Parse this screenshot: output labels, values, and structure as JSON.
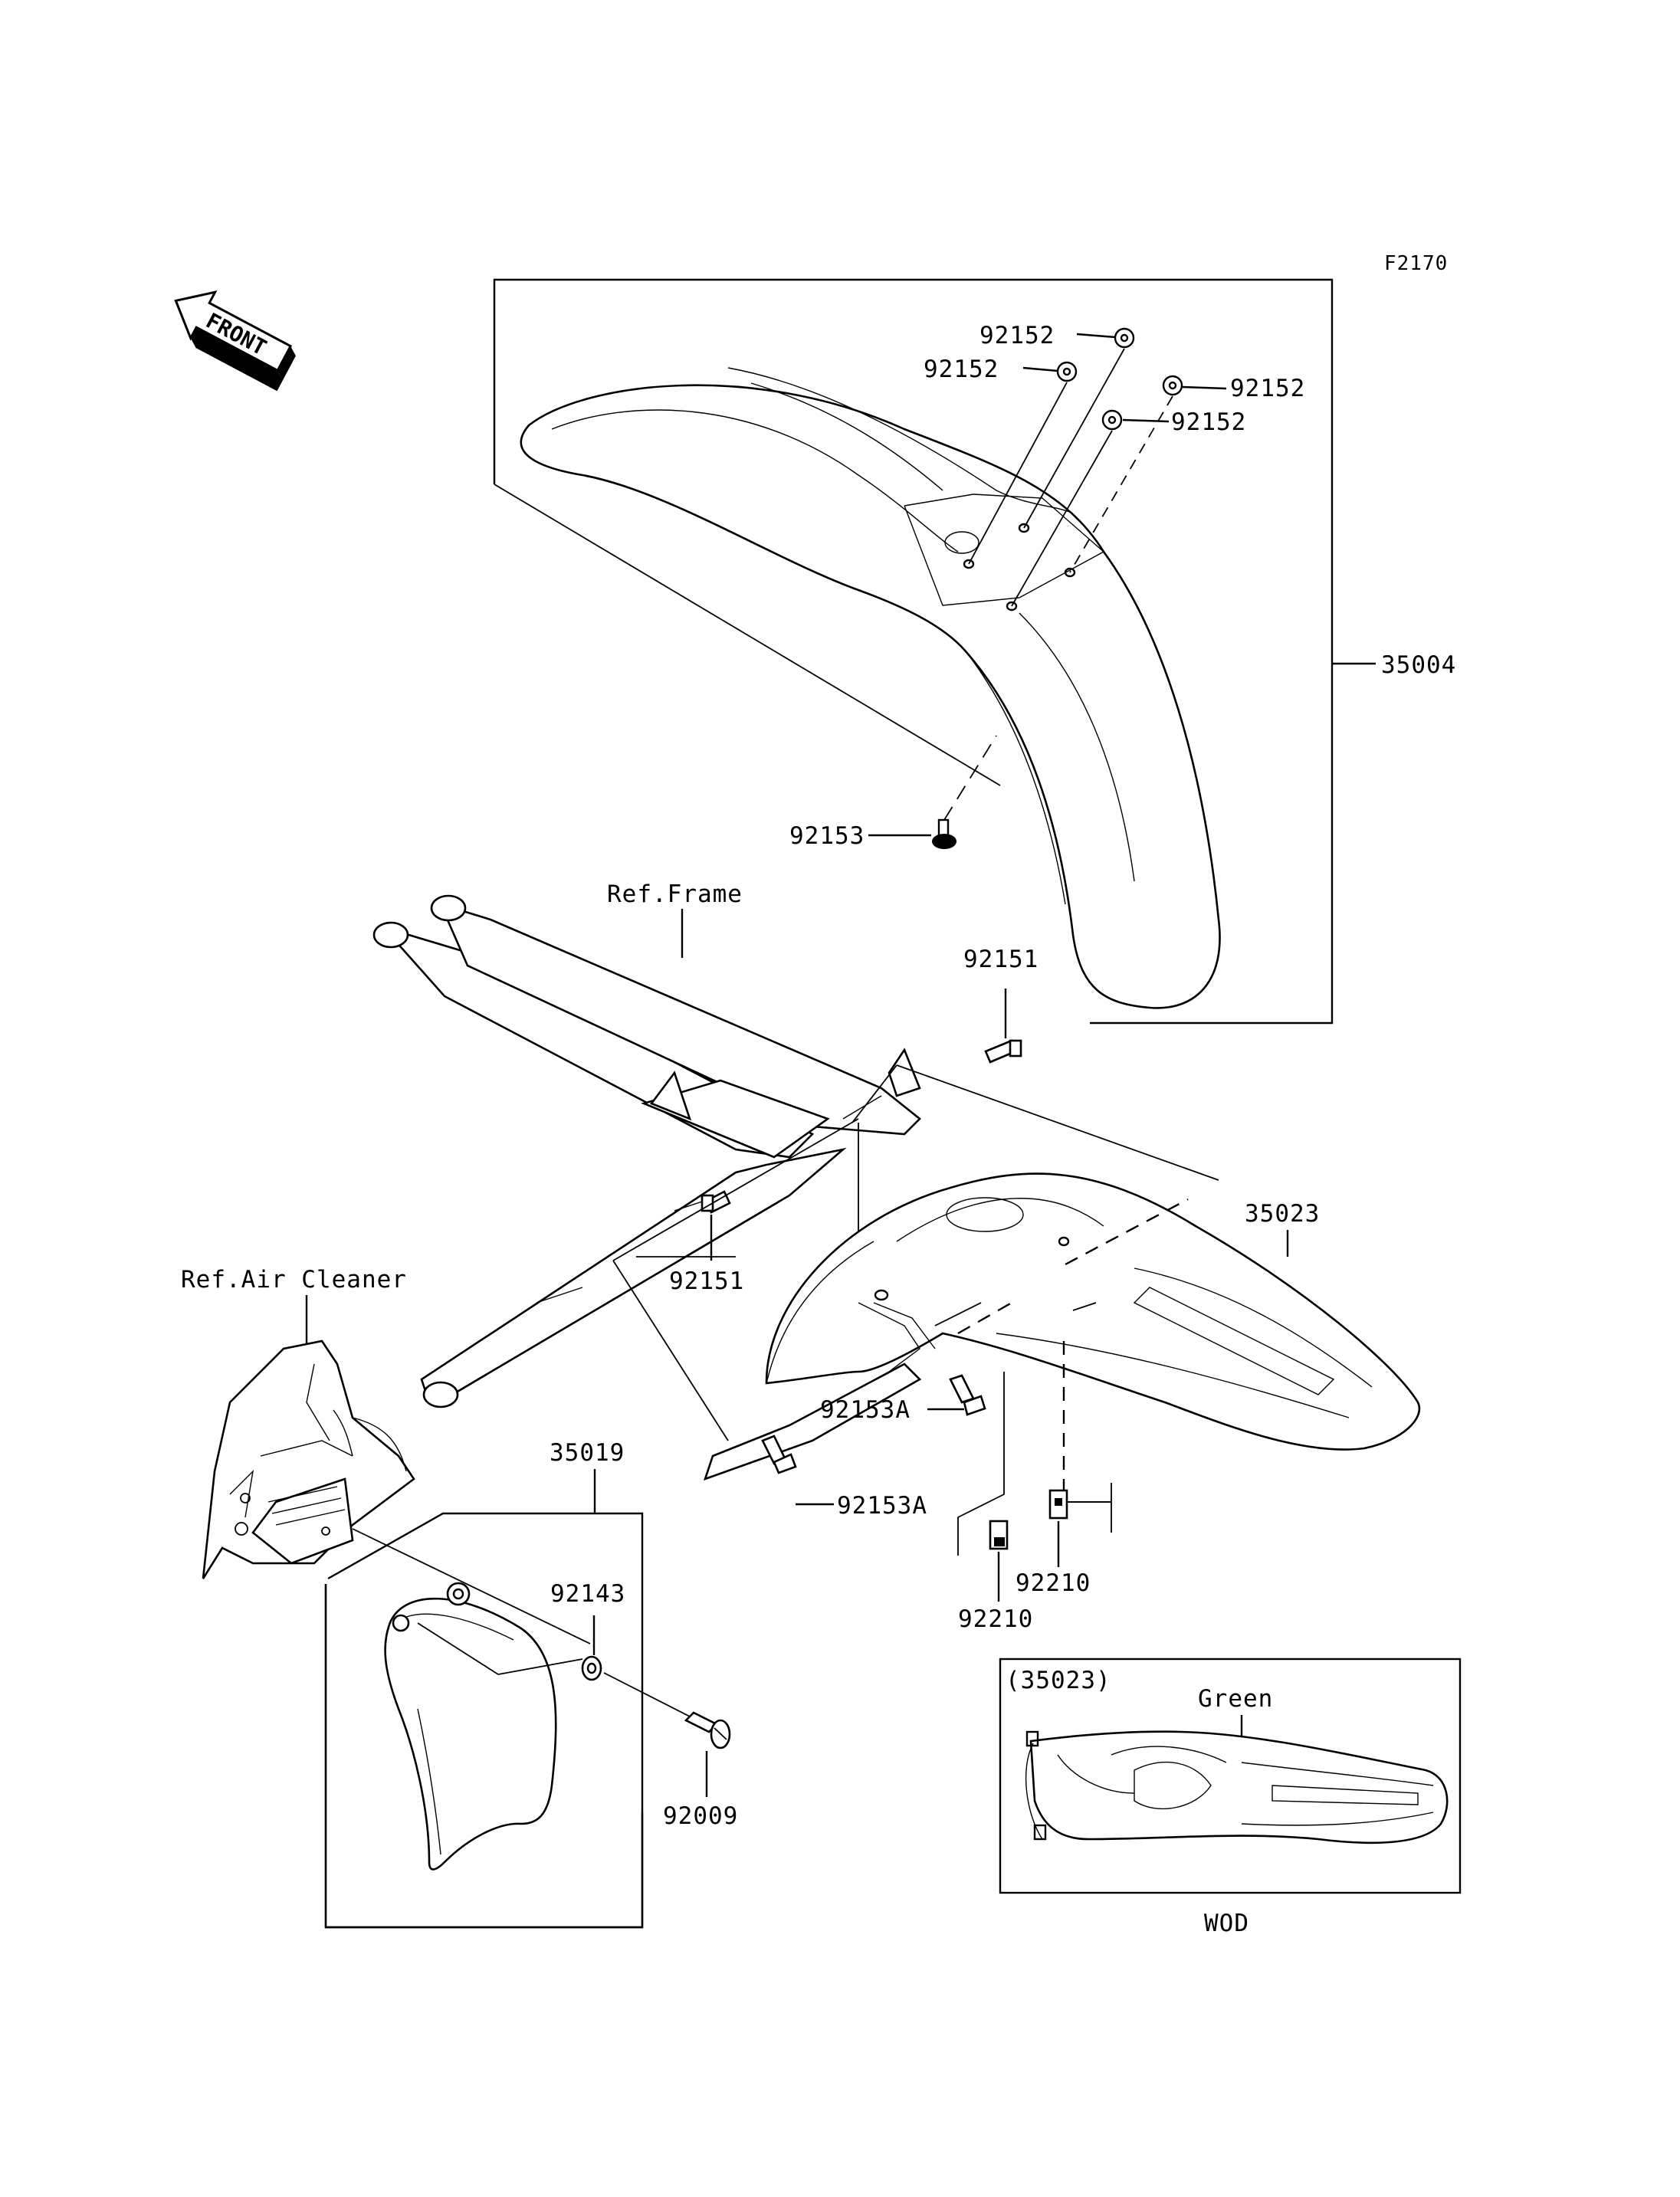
{
  "figure_code": "F2170",
  "front_arrow_label": "FRONT",
  "labels": {
    "p92152_a": "92152",
    "p92152_b": "92152",
    "p92152_c": "92152",
    "p92152_d": "92152",
    "p35004": "35004",
    "p92153": "92153",
    "ref_frame": "Ref.Frame",
    "p92151_a": "92151",
    "p92151_b": "92151",
    "p35023": "35023",
    "ref_air_cleaner": "Ref.Air Cleaner",
    "p92153A_a": "92153A",
    "p92153A_b": "92153A",
    "p35019": "35019",
    "p92143": "92143",
    "p92009": "92009",
    "p92210_a": "92210",
    "p92210_b": "92210"
  },
  "inset": {
    "part_ref": "(35023)",
    "color_label": "Green",
    "caption": "WOD"
  }
}
